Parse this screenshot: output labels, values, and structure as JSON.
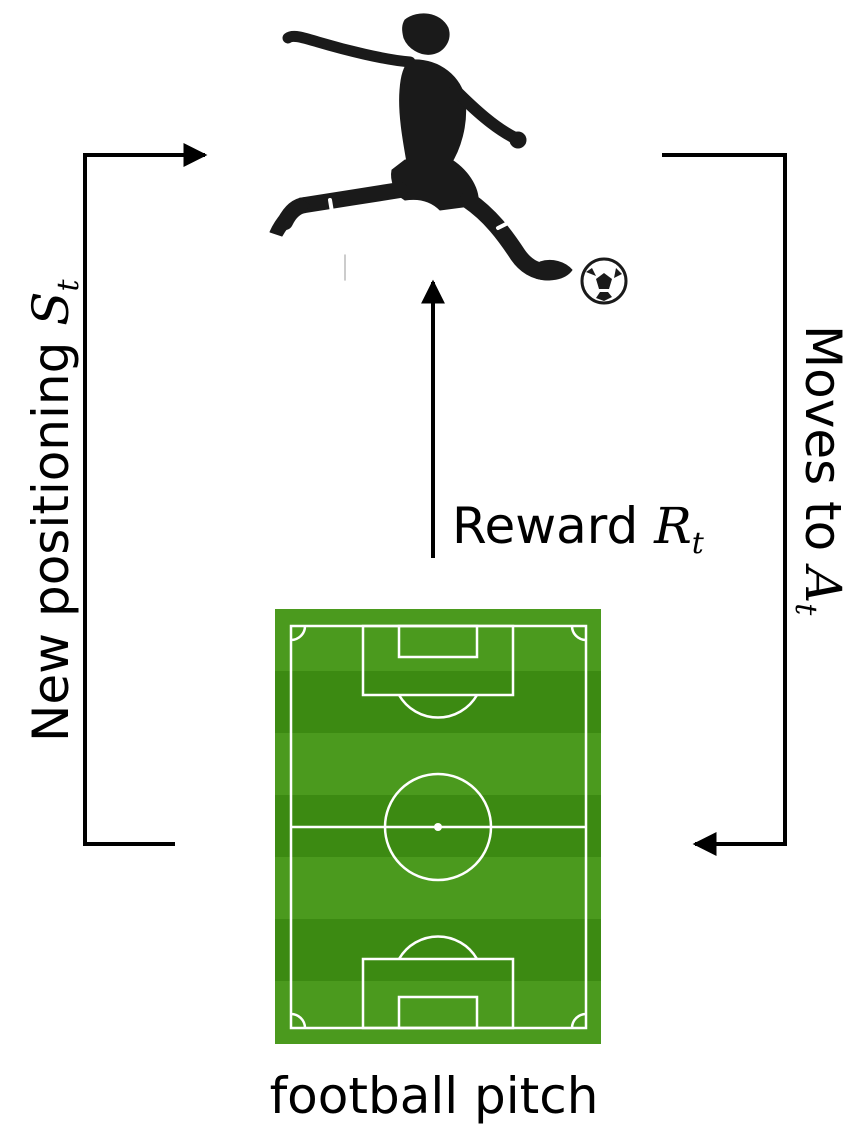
{
  "labels": {
    "left_prefix": "New positioning ",
    "left_var": "S",
    "left_sub": "t",
    "right_prefix": "Moves to ",
    "right_var": "A",
    "right_sub": "t",
    "reward_prefix": "Reward ",
    "reward_var": "R",
    "reward_sub": "t",
    "pitch_caption": "football pitch"
  },
  "colors": {
    "pitch_dark": "#3c8a12",
    "pitch_light": "#4b9a1e",
    "pitch_lines": "#ffffff",
    "arrows": "#000000"
  },
  "icons": {
    "player": "football-player-kicking-icon",
    "ball": "soccer-ball-icon"
  }
}
